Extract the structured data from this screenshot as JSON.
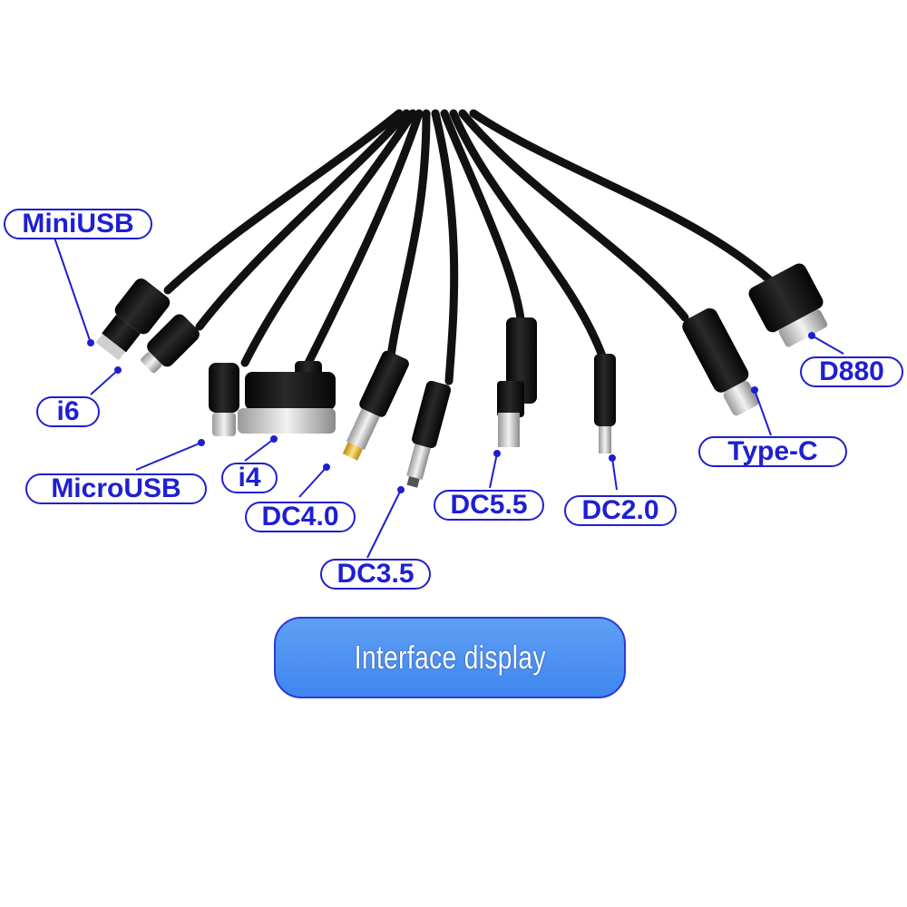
{
  "labels": {
    "mini_usb": "MiniUSB",
    "i6": "i6",
    "micro_usb": "MicroUSB",
    "i4": "i4",
    "dc40": "DC4.0",
    "dc35": "DC3.5",
    "dc55": "DC5.5",
    "dc20": "DC2.0",
    "type_c": "Type-C",
    "d880": "D880"
  },
  "banner": {
    "text": "Interface display"
  },
  "colors": {
    "label_accent": "#1f1fd1",
    "banner_fill": "#4a8ef0",
    "cable": "#111111"
  }
}
